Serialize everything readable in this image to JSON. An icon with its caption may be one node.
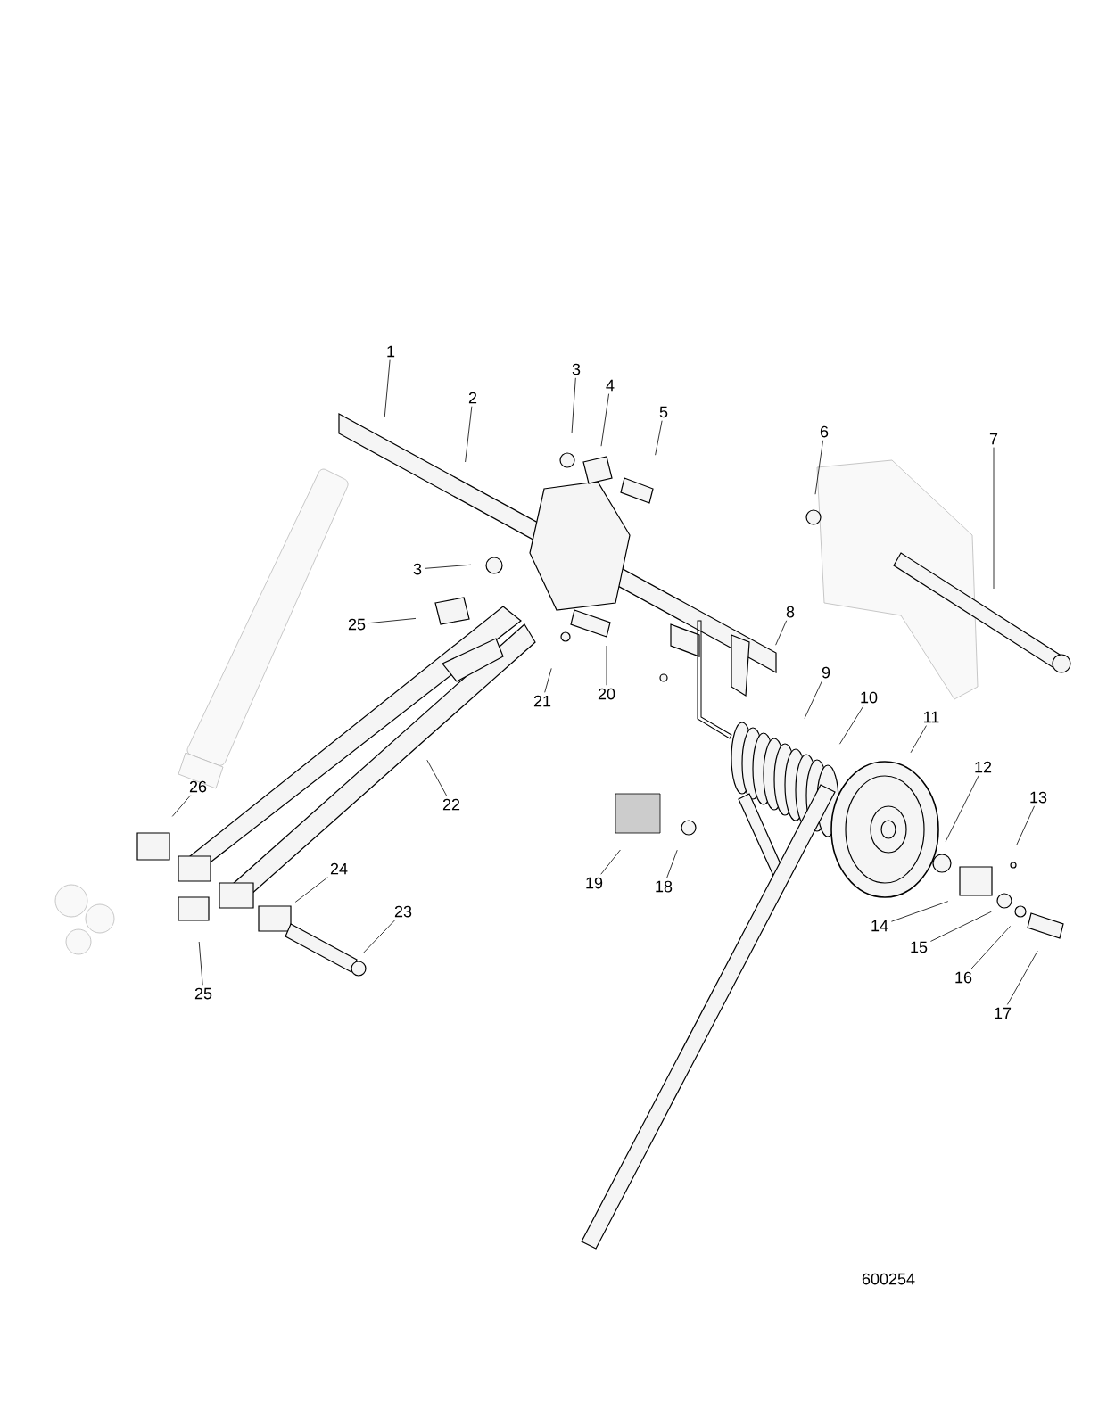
{
  "diagram": {
    "nodes": [
      {
        "text": [
          "1"
        ]
      },
      {
        "text": [
          "2"
        ]
      },
      {
        "text": [
          "3"
        ]
      },
      {
        "text": [
          "4"
        ]
      },
      {
        "text": [
          "5"
        ]
      },
      {
        "text": [
          "6"
        ]
      },
      {
        "text": [
          "7"
        ]
      },
      {
        "text": [
          "3"
        ]
      },
      {
        "text": [
          "25"
        ]
      },
      {
        "text": [
          "8"
        ]
      },
      {
        "text": [
          "21"
        ]
      },
      {
        "text": [
          "20"
        ]
      },
      {
        "text": [
          "9"
        ]
      },
      {
        "text": [
          "10"
        ]
      },
      {
        "text": [
          "11"
        ]
      },
      {
        "text": [
          "12"
        ]
      },
      {
        "text": [
          "13"
        ]
      },
      {
        "text": [
          "22"
        ]
      },
      {
        "text": [
          "26"
        ]
      },
      {
        "text": [
          "24"
        ]
      },
      {
        "text": [
          "23"
        ]
      },
      {
        "text": [
          "14"
        ]
      },
      {
        "text": [
          "19"
        ]
      },
      {
        "text": [
          "18"
        ]
      },
      {
        "text": [
          "15"
        ]
      },
      {
        "text": [
          "16"
        ]
      },
      {
        "text": [
          "17"
        ]
      },
      {
        "text": [
          "25"
        ]
      }
    ],
    "edges": [
      {
        "from": 0,
        "to": null,
        "arrow": "none"
      },
      {
        "from": 1,
        "to": null,
        "arrow": "none"
      },
      {
        "from": 2,
        "to": null,
        "arrow": "none"
      },
      {
        "from": 3,
        "to": null,
        "arrow": "none"
      },
      {
        "from": 4,
        "to": null,
        "arrow": "none"
      },
      {
        "from": 5,
        "to": null,
        "arrow": "none"
      },
      {
        "from": 6,
        "to": null,
        "arrow": "none"
      },
      {
        "from": 7,
        "to": null,
        "arrow": "none"
      },
      {
        "from": 8,
        "to": null,
        "arrow": "none"
      },
      {
        "from": 9,
        "to": null,
        "arrow": "none"
      },
      {
        "from": 10,
        "to": null,
        "arrow": "none"
      },
      {
        "from": 11,
        "to": null,
        "arrow": "none"
      },
      {
        "from": 12,
        "to": null,
        "arrow": "none"
      },
      {
        "from": 13,
        "to": null,
        "arrow": "none"
      },
      {
        "from": 14,
        "to": null,
        "arrow": "none"
      },
      {
        "from": 15,
        "to": null,
        "arrow": "none"
      },
      {
        "from": 16,
        "to": null,
        "arrow": "none"
      },
      {
        "from": 17,
        "to": null,
        "arrow": "none"
      },
      {
        "from": 18,
        "to": null,
        "arrow": "none"
      },
      {
        "from": 19,
        "to": null,
        "arrow": "none"
      },
      {
        "from": 20,
        "to": null,
        "arrow": "none"
      },
      {
        "from": 21,
        "to": null,
        "arrow": "none"
      },
      {
        "from": 22,
        "to": null,
        "arrow": "none"
      },
      {
        "from": 23,
        "to": null,
        "arrow": "none"
      },
      {
        "from": 24,
        "to": null,
        "arrow": "none"
      },
      {
        "from": 25,
        "to": null,
        "arrow": "none"
      },
      {
        "from": 26,
        "to": null,
        "arrow": "none"
      },
      {
        "from": 27,
        "to": null,
        "arrow": "none"
      }
    ],
    "labels": [
      "600254"
    ]
  }
}
